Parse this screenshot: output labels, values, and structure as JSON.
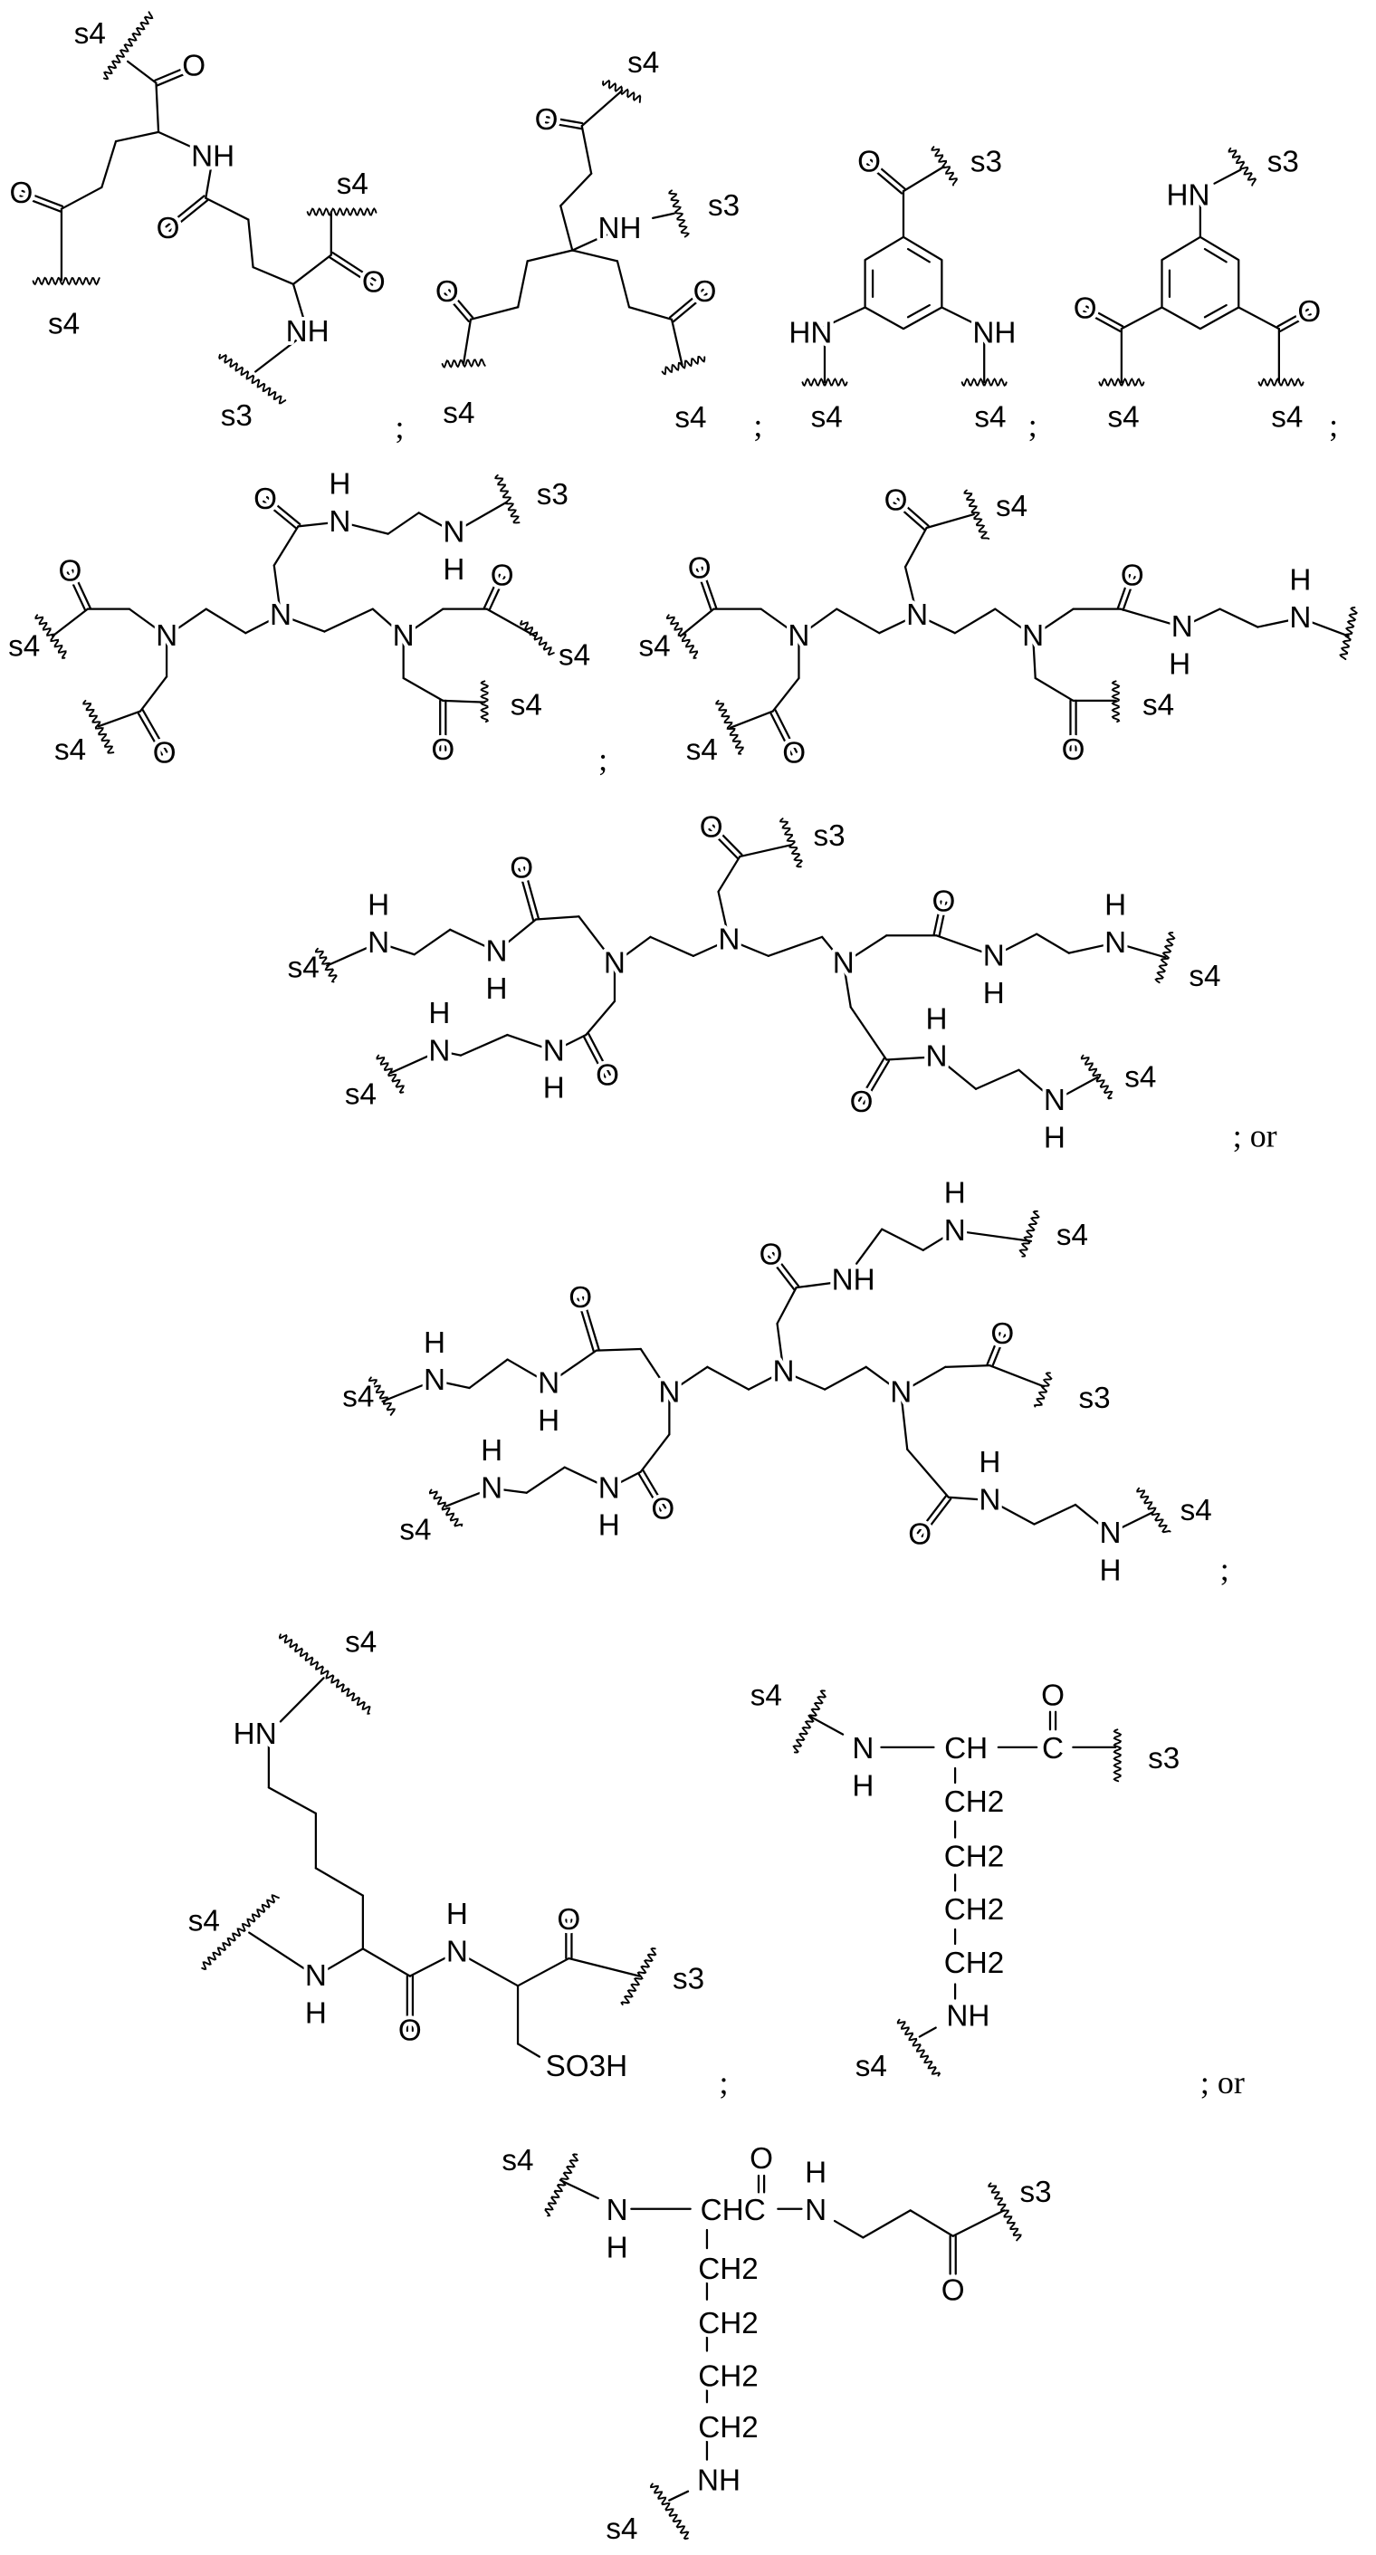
{
  "labels": {
    "s3": "s3",
    "s4": "s4",
    "O": "O",
    "N": "N",
    "H": "H",
    "NH": "NH",
    "HN": "HN",
    "C": "C",
    "CH": "CH",
    "CHC": "CHC",
    "CH2": "CH2",
    "SO3H": "SO3H",
    "semicolon": ";",
    "semicolon_or": "; or"
  },
  "colors": {
    "ink": "#000000",
    "background": "#ffffff"
  }
}
